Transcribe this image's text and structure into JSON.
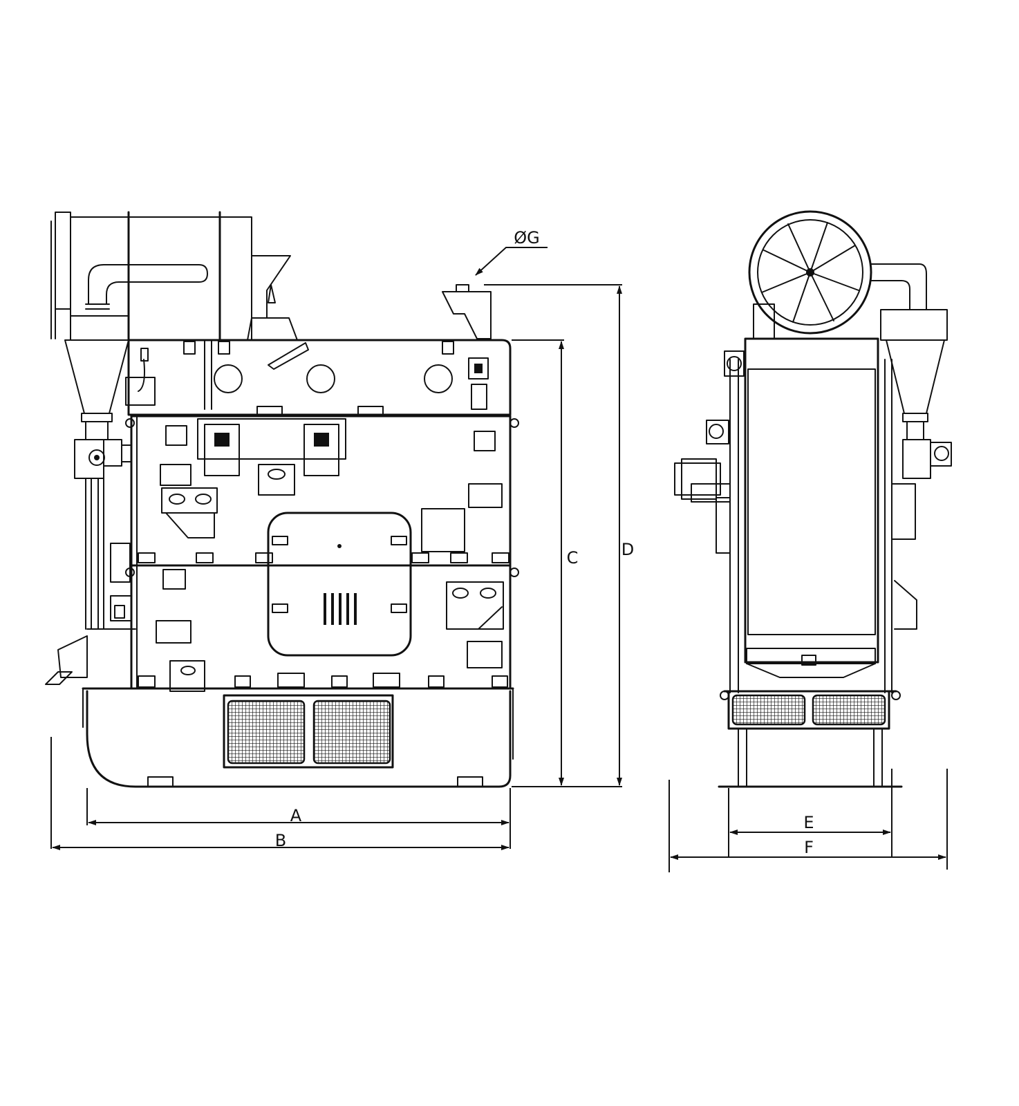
{
  "labels": {
    "A": "A",
    "B": "B",
    "C": "C",
    "D": "D",
    "E": "E",
    "F": "F",
    "G": "ØG"
  },
  "colors": {
    "line": "#111111",
    "background": "#ffffff"
  }
}
